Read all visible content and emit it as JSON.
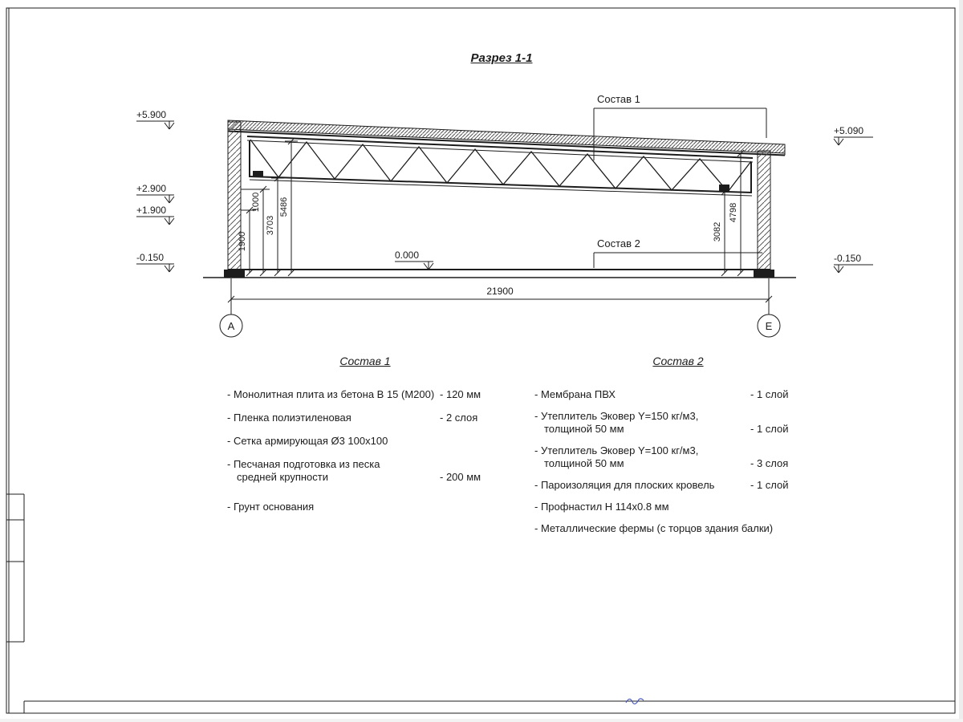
{
  "drawing": {
    "title": "Разрез 1-1",
    "elevations": {
      "e5900": "+5.900",
      "e2900": "+2.900",
      "e1900": "+1.900",
      "em150_left": "-0.150",
      "e5090": "+5.090",
      "em150_right": "-0.150",
      "zero": "0.000"
    },
    "dims": {
      "d1900": "1900",
      "d1000": "1000",
      "d3703": "3703",
      "d5486": "5486",
      "d3082": "3082",
      "d4798": "4798",
      "overall": "21900"
    },
    "axes": {
      "left": "А",
      "right": "Е"
    },
    "callouts": {
      "c1": "Состав 1",
      "c2": "Состав 2"
    }
  },
  "spec1": {
    "title": "Состав 1",
    "items": [
      {
        "label": "- Монолитная плита из бетона В 15 (М200)",
        "value": "- 120 мм"
      },
      {
        "label": "- Пленка полиэтиленовая",
        "value": "- 2 слоя"
      },
      {
        "label": "- Сетка армирующая Ø3 100х100",
        "value": ""
      },
      {
        "label": "- Песчаная подготовка из песка средней крупности",
        "value": "- 200 мм"
      },
      {
        "label": "- Грунт основания",
        "value": ""
      }
    ]
  },
  "spec2": {
    "title": "Состав 2",
    "items": [
      {
        "label": "- Мембрана ПВХ",
        "value": "- 1 слой"
      },
      {
        "label": "- Утеплитель Эковер Y=150 кг/м3, толщиной 50 мм",
        "value": "- 1 слой"
      },
      {
        "label": "- Утеплитель Эковер Y=100 кг/м3, толщиной 50 мм",
        "value": "- 3 слоя"
      },
      {
        "label": "- Пароизоляция для плоских кровель",
        "value": "- 1 слой"
      },
      {
        "label": "- Профнастил Н 114х0.8 мм",
        "value": ""
      },
      {
        "label": "- Металлические фермы (с торцов здания балки)",
        "value": ""
      }
    ]
  }
}
